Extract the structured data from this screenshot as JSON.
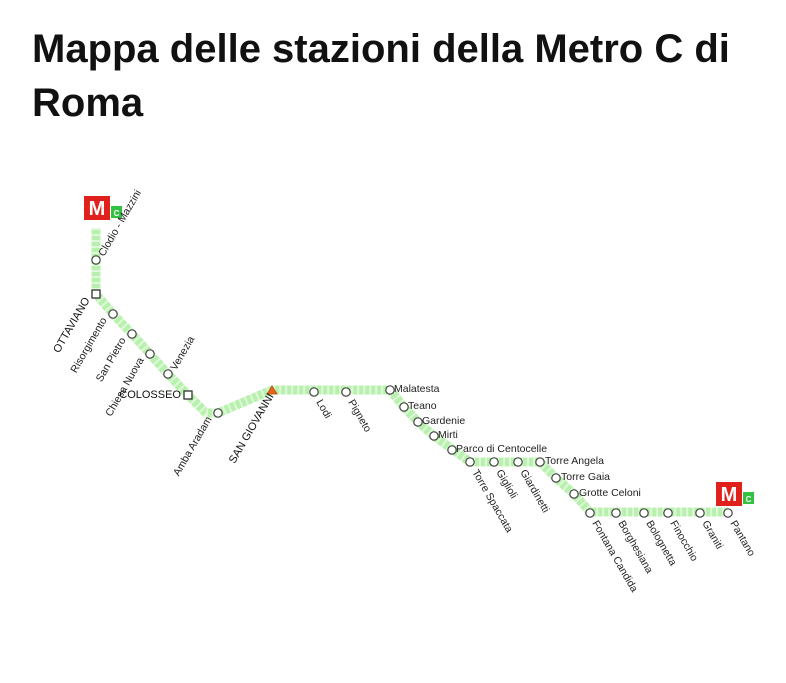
{
  "title": "Mappa delle stazioni della Metro C di Roma",
  "line": {
    "route_color": "#b8f0ad",
    "route_dash_color": "#ffffff",
    "terminus_badge": {
      "letter": "M",
      "line_letter": "C",
      "bg_color": "#e0201b",
      "line_color": "#33c23f"
    }
  },
  "stations": [
    {
      "id": "clodio-mazzini",
      "name": "Clodio - Mazzini",
      "type": "planned"
    },
    {
      "id": "ottaviano",
      "name": "OTTAVIANO",
      "type": "interchange"
    },
    {
      "id": "risorgimento",
      "name": "Risorgimento",
      "type": "planned"
    },
    {
      "id": "san-pietro",
      "name": "San Pietro",
      "type": "planned"
    },
    {
      "id": "chiesa-nuova",
      "name": "Chiesa Nuova",
      "type": "planned"
    },
    {
      "id": "venezia",
      "name": "Venezia",
      "type": "planned"
    },
    {
      "id": "colosseo",
      "name": "COLOSSEO",
      "type": "interchange"
    },
    {
      "id": "amba-aradam",
      "name": "Amba Aradam",
      "type": "planned"
    },
    {
      "id": "san-giovanni",
      "name": "SAN GIOVANNI",
      "type": "interchange"
    },
    {
      "id": "lodi",
      "name": "Lodi",
      "type": "station"
    },
    {
      "id": "pigneto",
      "name": "Pigneto",
      "type": "station"
    },
    {
      "id": "malatesta",
      "name": "Malatesta",
      "type": "station"
    },
    {
      "id": "teano",
      "name": "Teano",
      "type": "station"
    },
    {
      "id": "gardenie",
      "name": "Gardenie",
      "type": "station"
    },
    {
      "id": "mirti",
      "name": "Mirti",
      "type": "station"
    },
    {
      "id": "parco-centocelle",
      "name": "Parco di Centocelle",
      "type": "station"
    },
    {
      "id": "torre-spaccata",
      "name": "Torre Spaccata",
      "type": "station"
    },
    {
      "id": "gigli",
      "name": "Giglioli",
      "type": "station"
    },
    {
      "id": "giardinetti",
      "name": "Giardinetti",
      "type": "station"
    },
    {
      "id": "torre-angela",
      "name": "Torre Angela",
      "type": "station"
    },
    {
      "id": "torre-gaia",
      "name": "Torre Gaia",
      "type": "station"
    },
    {
      "id": "grotte-celoni",
      "name": "Grotte Celoni",
      "type": "station"
    },
    {
      "id": "fontana-candida",
      "name": "Fontana Candida",
      "type": "station"
    },
    {
      "id": "borghesiana",
      "name": "Borghesiana",
      "type": "station"
    },
    {
      "id": "bolognetta",
      "name": "Bolognetta",
      "type": "station"
    },
    {
      "id": "finocchio",
      "name": "Finocchio",
      "type": "station"
    },
    {
      "id": "graniti",
      "name": "Graniti",
      "type": "station"
    },
    {
      "id": "pantano",
      "name": "Pantano",
      "type": "station"
    }
  ]
}
